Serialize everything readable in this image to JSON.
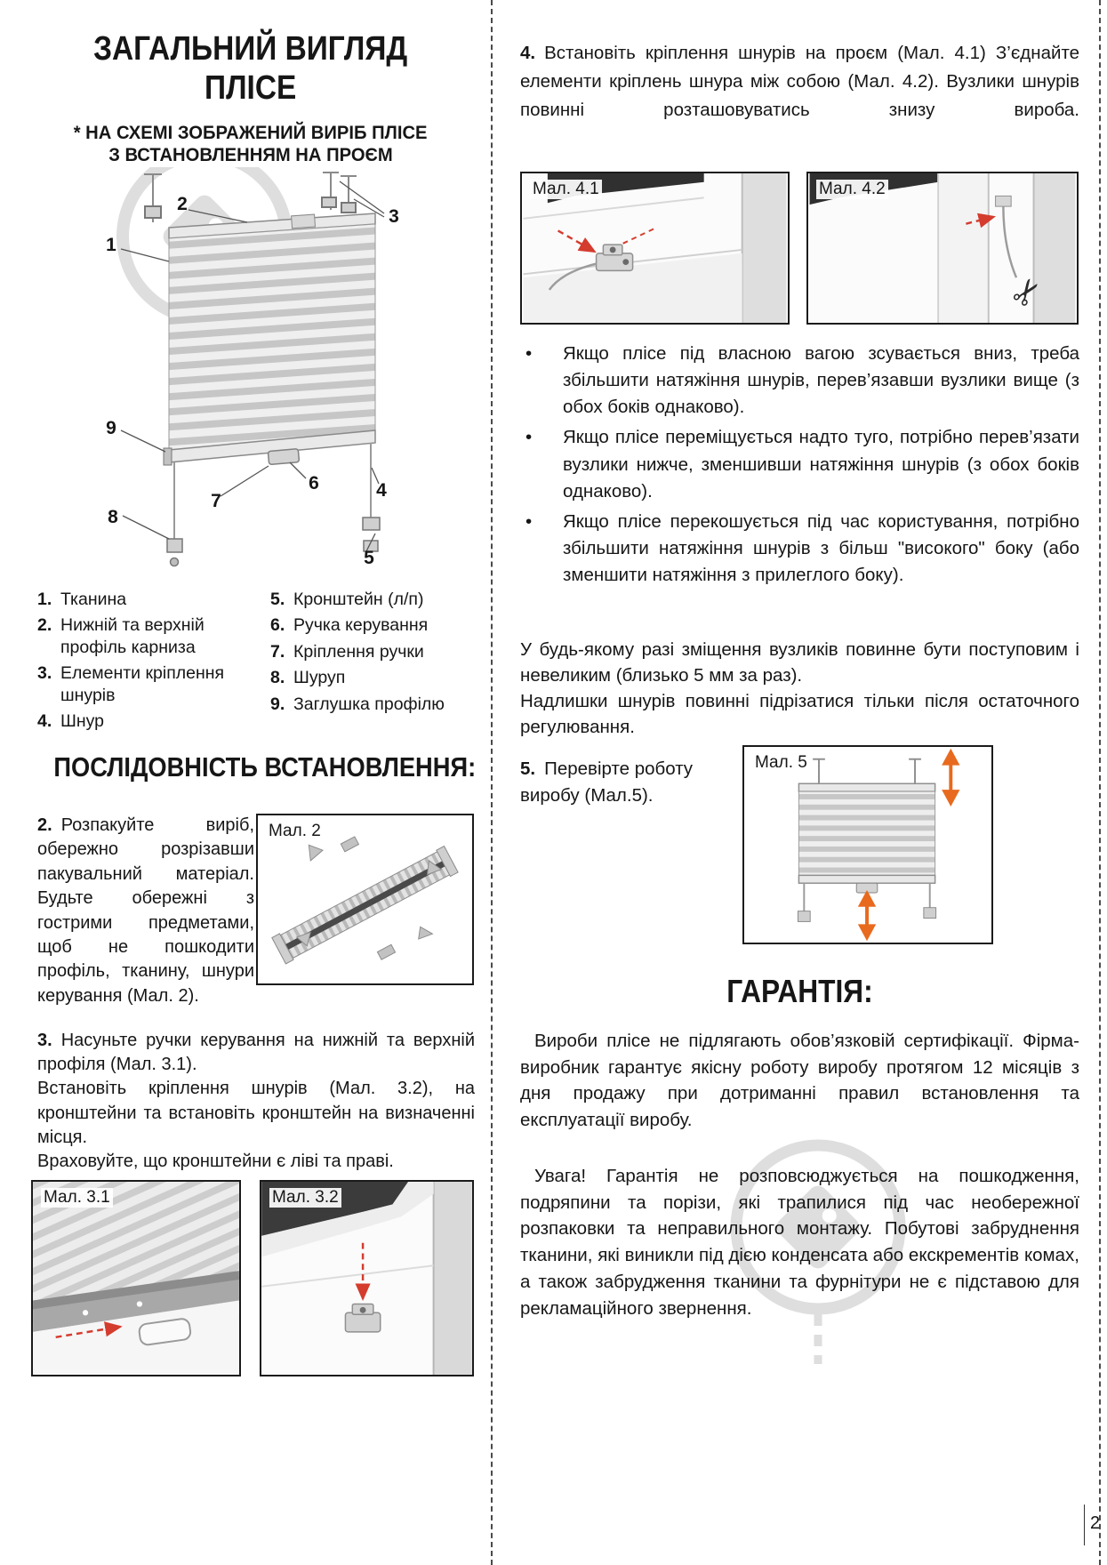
{
  "page": {
    "number": "2"
  },
  "colors": {
    "accent_red": "#d43c2e",
    "accent_orange": "#e86a1e",
    "watermark_gray": "#dedede"
  },
  "icons": {
    "scissors": "✂"
  },
  "left": {
    "title_line1": "ЗАГАЛЬНИЙ ВИГЛЯД",
    "title_line2": "ПЛІСЕ",
    "subtitle_line1": "* НА СХЕМІ ЗОБРАЖЕНИЙ ВИРІБ ПЛІСЕ",
    "subtitle_line2": "З ВСТАНОВЛЕННЯМ НА ПРОЄМ",
    "diagram_callouts": [
      "1",
      "2",
      "3",
      "4",
      "5",
      "6",
      "7",
      "8",
      "9"
    ],
    "legend_col1": [
      {
        "num": "1.",
        "text": "Тканина"
      },
      {
        "num": "2.",
        "text": "Нижній та верхній профіль карниза"
      },
      {
        "num": "3.",
        "text": "Елементи кріплення шнурів"
      },
      {
        "num": "4.",
        "text": "Шнур"
      }
    ],
    "legend_col2": [
      {
        "num": "5.",
        "text": "Кронштейн (л/п)"
      },
      {
        "num": "6.",
        "text": "Ручка керування"
      },
      {
        "num": "7.",
        "text": "Кріплення ручки"
      },
      {
        "num": "8.",
        "text": "Шуруп"
      },
      {
        "num": "9.",
        "text": "Заглушка профілю"
      }
    ],
    "sequence_heading": "ПОСЛІДОВНІСТЬ ВСТАНОВЛЕННЯ:",
    "step2_num": "2.",
    "step2_text": "Розпакуйте виріб, обережно розрізавши пакувальний матеріал. Будьте обережні з гострими предметами, щоб не пошкодити профіль, тканину, шнури керування (Мал. 2).",
    "fig2_caption": "Мал. 2",
    "step3_num": "3.",
    "step3_p1": "Насуньте ручки керування на нижній та верхній профіля (Мал. 3.1).",
    "step3_p2": "Встановіть кріплення шнурів (Мал. 3.2), на кронштейни та встановіть кронштейн на визначенні місця.",
    "step3_p3": "Враховуйте, що кронштейни є ліві та праві.",
    "fig31_caption": "Мал. 3.1",
    "fig32_caption": "Мал. 3.2"
  },
  "right": {
    "step4_num": "4.",
    "step4_text": "Встановіть кріплення шнурів на проєм (Мал. 4.1) З’єднайте елементи кріплень шнура між собою (Мал. 4.2). Вузлики шнурів повинні розташовуватись знизу вироба.",
    "fig41_caption": "Мал. 4.1",
    "fig42_caption": "Мал. 4.2",
    "bullet_char": "•",
    "bullets": [
      "Якщо плісе під власною вагою зсувається вниз, треба збільшити натяжіння шнурів, перев’язавши вузлики вище (з обох боків однаково).",
      "Якщо плісе переміщується надто туго, потрібно перев’язати вузлики нижче, зменшивши натяжіння шнурів (з обох боків однаково).",
      "Якщо плісе перекошується під час користування, потрібно збільшити натяжіння шнурів з більш \"високого\" боку (або зменшити натяжіння з прилеглого боку)."
    ],
    "note_p1": "У будь-якому разі зміщення вузликів повинне бути поступовим і невеликим (близько 5 мм за раз).",
    "note_p2": "Надлишки шнурів повинні підрізатися тільки після остаточного регулювання.",
    "step5_num": "5.",
    "step5_text": "Перевірте роботу виробу (Мал.5).",
    "fig5_caption": "Мал. 5",
    "warranty_heading": "ГАРАНТІЯ:",
    "warranty_p1": "Вироби плісе не підлягають обов’язковій сертифікації. Фірма-виробник гарантує якісну роботу виробу протягом 12 місяців з дня продажу при дотриманні правил встановлення та експлуатації виробу.",
    "warranty_p2": "Увага! Гарантія не розповсюджується на пошкодження, подряпини та порізи, які трапилися під час необережної розпаковки та неправильного монтажу. Побутові забруднення тканини, які виникли під дією конденсата або екскрементів комах, а також забрудження тканини та фурнітури не є підставою для рекламаційного звернення."
  }
}
